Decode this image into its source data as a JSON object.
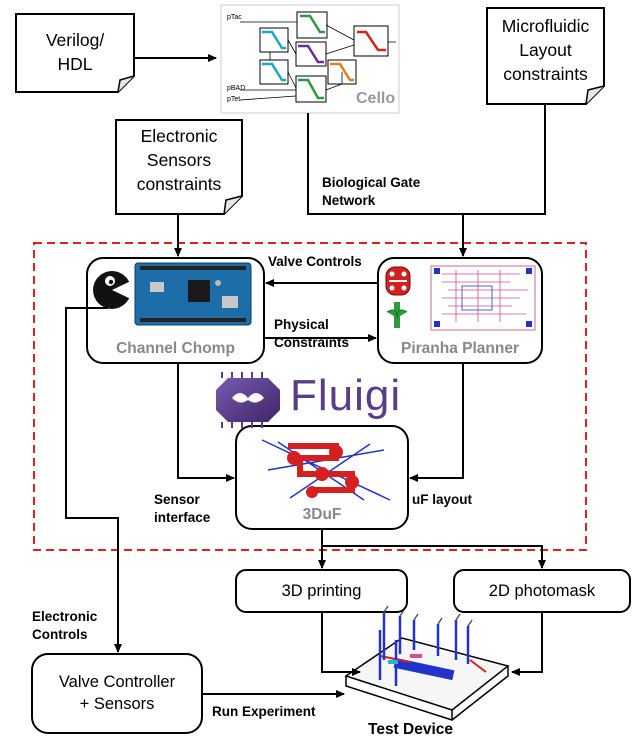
{
  "inputs": {
    "verilog": [
      "Verilog/",
      "HDL"
    ],
    "microfluidic": [
      "Microfluidic",
      "Layout",
      "constraints"
    ],
    "electronic_sensors": [
      "Electronic",
      "Sensors",
      "constraints"
    ]
  },
  "cello": {
    "name": "Cello",
    "promoters": [
      "pTac",
      "pBAD",
      "pTet"
    ]
  },
  "edges": {
    "biological_gate": [
      "Biological Gate",
      "Network"
    ],
    "valve_controls": "Valve Controls",
    "physical_constraints": [
      "Physical",
      "Constraints"
    ],
    "sensor_interface": [
      "Sensor",
      "interface"
    ],
    "uf_layout": "uF layout",
    "electronic_controls": [
      "Electronic",
      "Controls"
    ],
    "run_experiment": "Run Experiment"
  },
  "tools": {
    "channel_chomp": "Channel Chomp",
    "piranha_planner": "Piranha Planner",
    "fluigi": "Fluigi",
    "threeduf": "3DuF"
  },
  "outputs": {
    "printing": "3D printing",
    "photomask": "2D photomask",
    "valve_controller": [
      "Valve Controller",
      "+ Sensors"
    ],
    "test_device": "Test Device"
  },
  "colors": {
    "dashed_border": "#e02020",
    "fluigi_purple": "#5a3d8a",
    "tool_gray": "#888888",
    "device_red": "#d42020",
    "device_blue": "#2233cc"
  }
}
